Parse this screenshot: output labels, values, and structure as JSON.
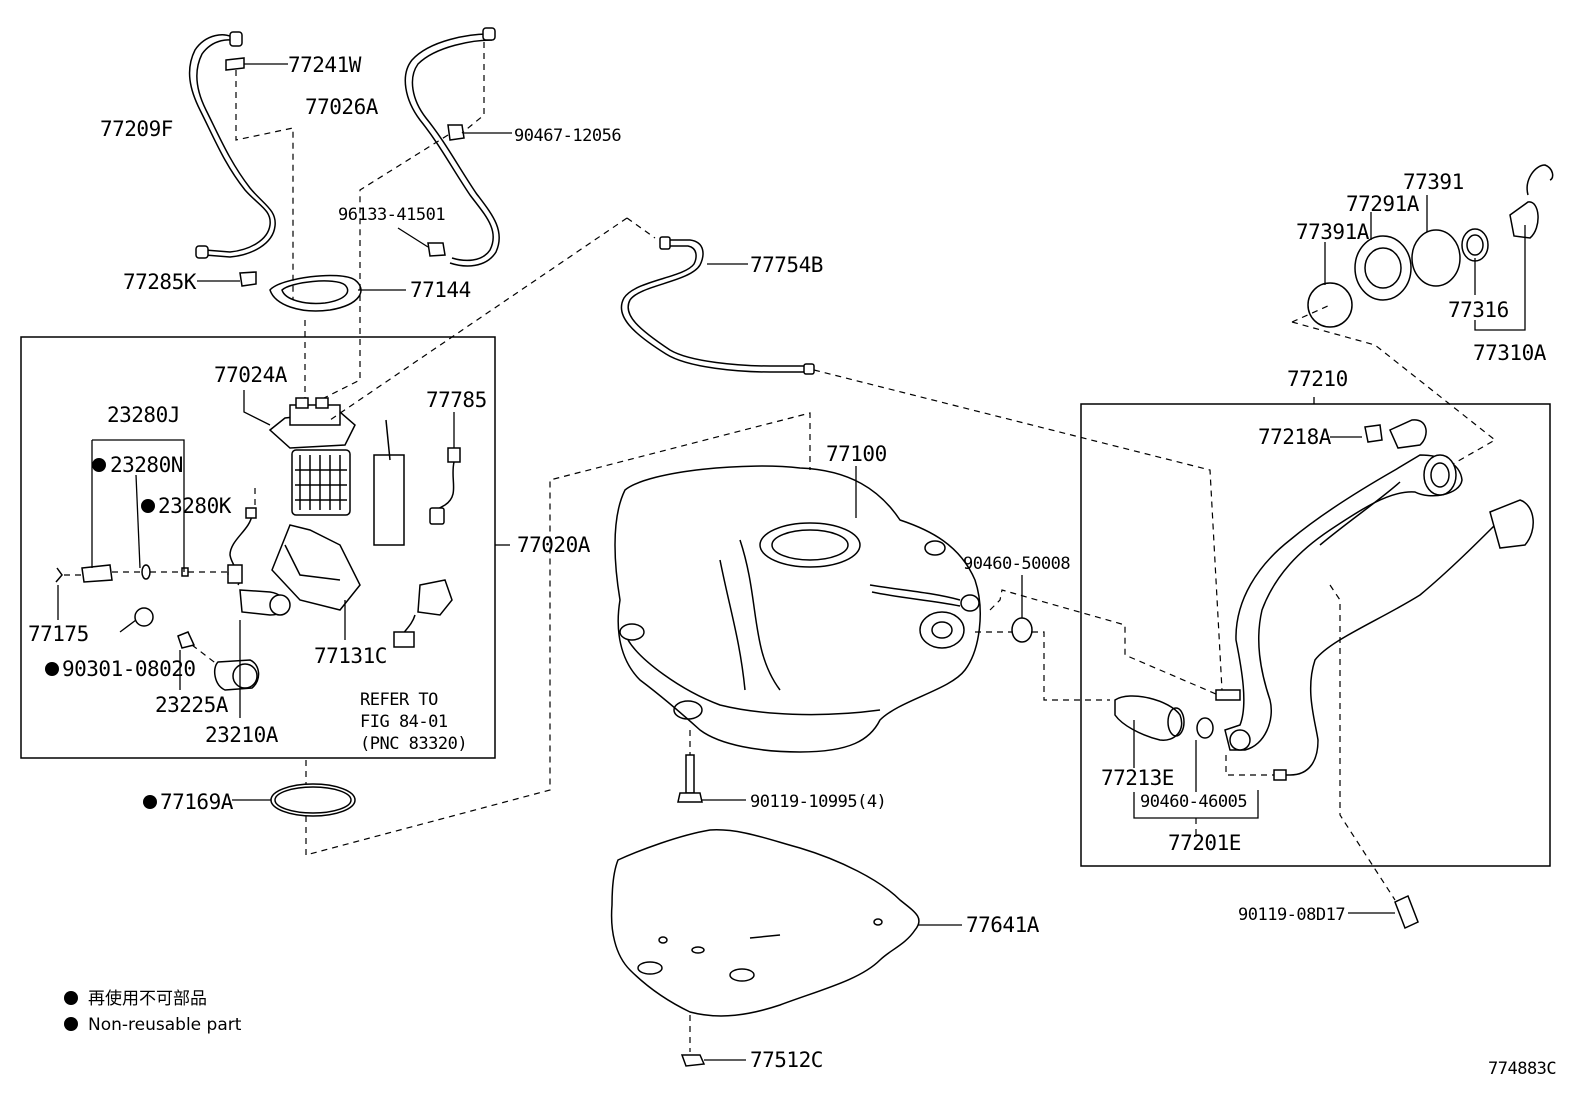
{
  "diagram_id": "774883C",
  "legend": {
    "bullet_jp": "再使用不可部品",
    "bullet_en": "Non-reusable part"
  },
  "refer_note": {
    "line1": "REFER TO",
    "line2": "FIG 84-01",
    "line3": "(PNC 83320)"
  },
  "parts": {
    "p77241W": "77241W",
    "p77209F": "77209F",
    "p77026A": "77026A",
    "p90467_12056": "90467-12056",
    "p96133_41501": "96133-41501",
    "p77285K": "77285K",
    "p77144": "77144",
    "p77024A": "77024A",
    "p23280J": "23280J",
    "p23280N": "23280N",
    "p23280K": "23280K",
    "p77785": "77785",
    "p77020A": "77020A",
    "p77175": "77175",
    "p90301_08020": "90301-08020",
    "p23225A": "23225A",
    "p23210A": "23210A",
    "p77131C": "77131C",
    "p77169A": "77169A",
    "p77754B": "77754B",
    "p77100": "77100",
    "p90460_50008": "90460-50008",
    "p90119_10995": "90119-10995(4)",
    "p77641A": "77641A",
    "p77512C": "77512C",
    "p77391": "77391",
    "p77291A": "77291A",
    "p77391A": "77391A",
    "p77316": "77316",
    "p77310A": "77310A",
    "p77210": "77210",
    "p77218A": "77218A",
    "p77213E": "77213E",
    "p90460_46005": "90460-46005",
    "p77201E": "77201E",
    "p90119_08D17": "90119-08D17"
  },
  "non_reusable_markers": [
    "23280N",
    "23280K",
    "90301-08020",
    "77169A"
  ]
}
